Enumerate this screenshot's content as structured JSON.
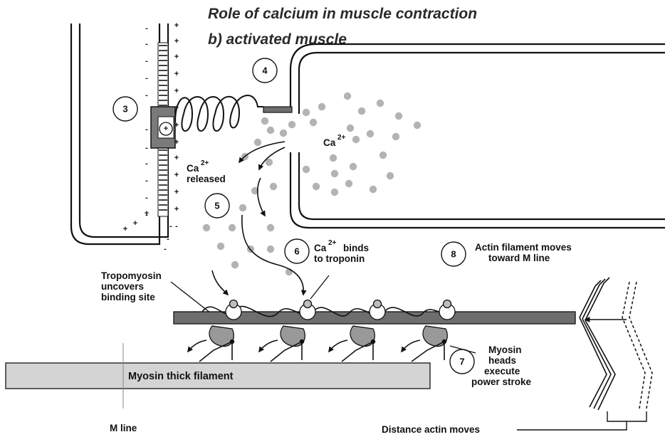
{
  "title": {
    "line1": "Role of calcium in muscle contraction",
    "line2": "b) activated muscle"
  },
  "steps": [
    "3",
    "4",
    "5",
    "6",
    "7",
    "8"
  ],
  "labels": {
    "ca": "Ca",
    "ca_sup": "2+",
    "released": "released",
    "binds": "binds",
    "to_troponin": "to troponin",
    "actin_moves_1": "Actin filament moves",
    "actin_moves_2": "toward M line",
    "tropomyosin_1": "Tropomyosin",
    "tropomyosin_2": "uncovers",
    "tropomyosin_3": "binding site",
    "myosin_heads_1": "Myosin",
    "myosin_heads_2": "heads",
    "myosin_heads_3": "execute",
    "myosin_heads_4": "power stroke",
    "thick_filament": "Myosin thick filament",
    "m_line": "M line",
    "distance": "Distance actin moves"
  },
  "signs": {
    "minus": "-",
    "plus": "+",
    "dhp_plus": "+"
  },
  "colors": {
    "calcium": "#b3b3b3",
    "actin": "#6e6e6e",
    "thick_filament": "#d4d4d4",
    "myosin_head": "#999999",
    "ink": "#111111"
  }
}
